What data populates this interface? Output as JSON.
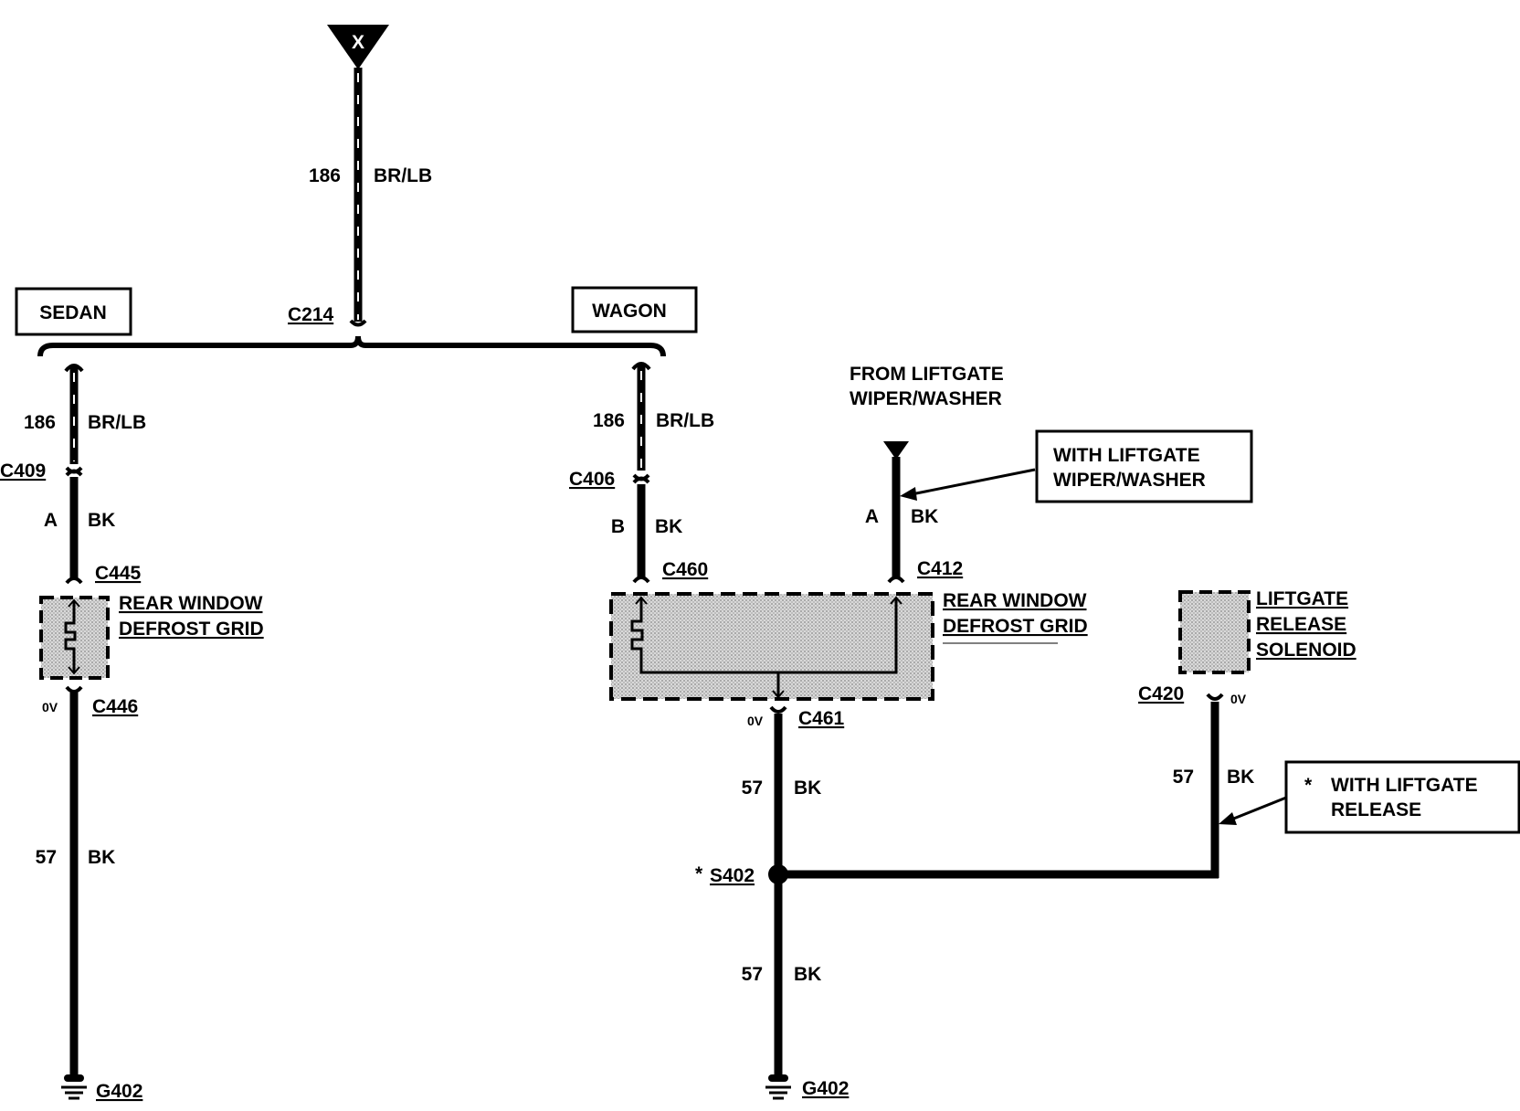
{
  "terminal_x": "X",
  "wire_top": {
    "circuit": "186",
    "color": "BR/LB"
  },
  "c214": "C214",
  "boxes": {
    "sedan": "SEDAN",
    "wagon": "WAGON"
  },
  "sedan": {
    "w186": {
      "circuit": "186",
      "color": "BR/LB"
    },
    "c409": "C409",
    "wA": {
      "pin": "A",
      "color": "BK"
    },
    "c445": "C445",
    "grid": [
      "REAR WINDOW",
      "DEFROST GRID"
    ],
    "ov": "0V",
    "c446": "C446",
    "w57": {
      "circuit": "57",
      "color": "BK"
    },
    "g402": "G402"
  },
  "wagon": {
    "w186": {
      "circuit": "186",
      "color": "BR/LB"
    },
    "c406": "C406",
    "wB": {
      "pin": "B",
      "color": "BK"
    },
    "c460": "C460",
    "from": [
      "FROM LIFTGATE",
      "WIPER/WASHER"
    ],
    "note1": [
      "WITH LIFTGATE",
      "WIPER/WASHER"
    ],
    "wA": {
      "pin": "A",
      "color": "BK"
    },
    "c412": "C412",
    "grid": [
      "REAR WINDOW",
      "DEFROST GRID"
    ],
    "ov": "0V",
    "c461": "C461",
    "w57a": {
      "circuit": "57",
      "color": "BK"
    },
    "s402_star": "*",
    "s402": "S402",
    "w57b": {
      "circuit": "57",
      "color": "BK"
    },
    "g402": "G402"
  },
  "liftgate": {
    "solenoid": [
      "LIFTGATE",
      "RELEASE",
      "SOLENOID"
    ],
    "c420": "C420",
    "ov": "0V",
    "w57": {
      "circuit": "57",
      "color": "BK"
    },
    "note_star": "*",
    "note": [
      "WITH LIFTGATE",
      "RELEASE"
    ]
  }
}
